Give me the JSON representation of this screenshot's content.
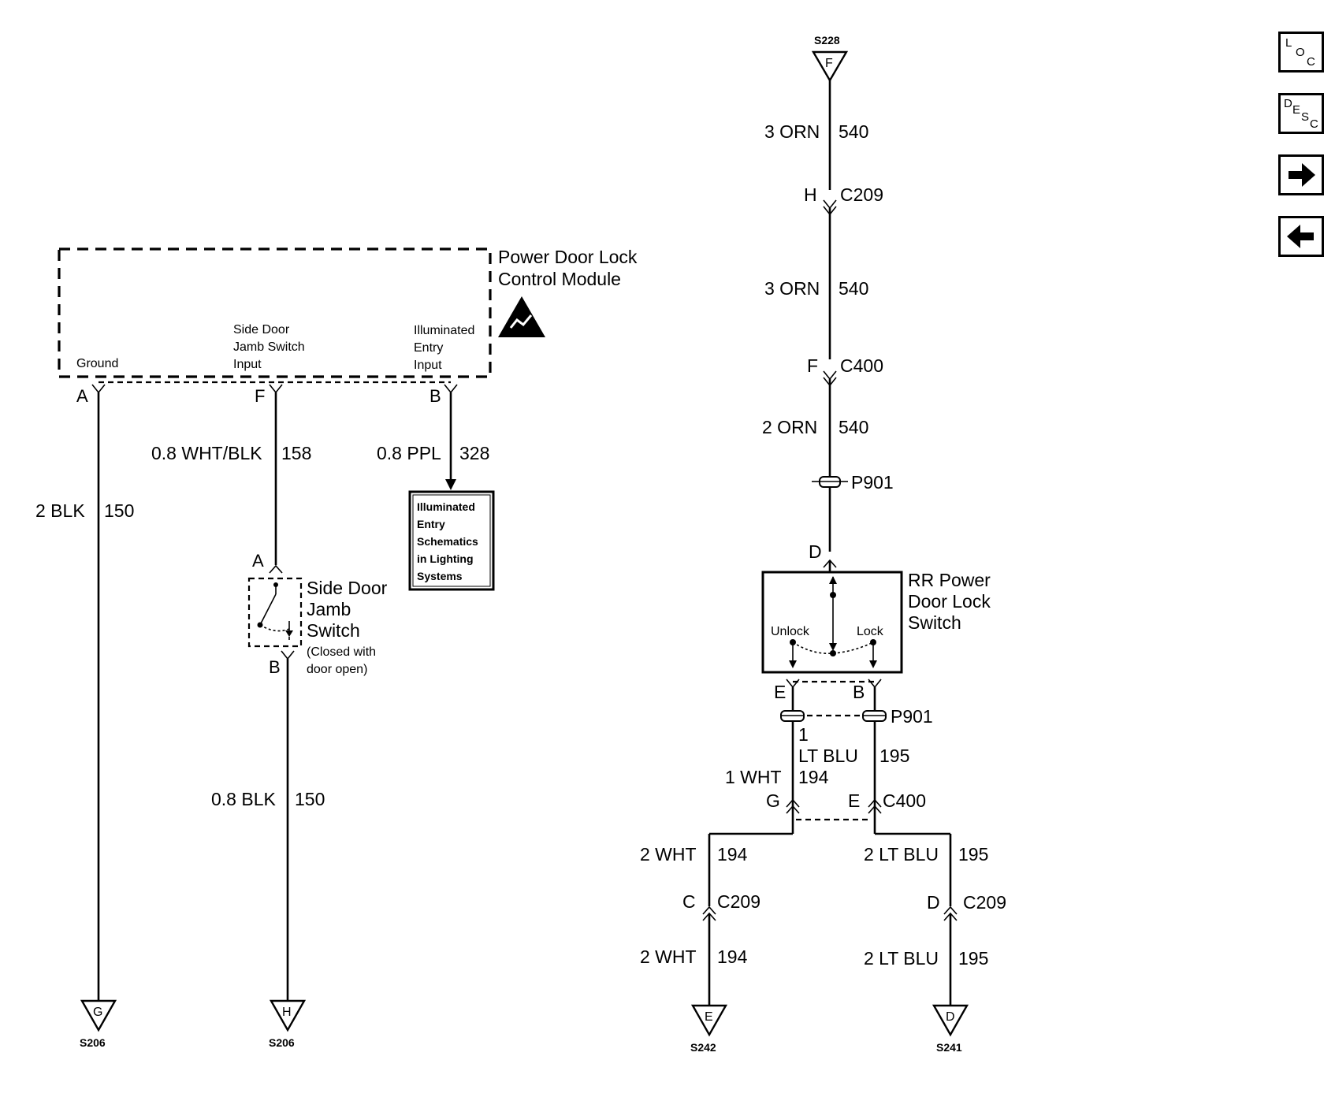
{
  "module": {
    "title_line1": "Power Door Lock",
    "title_line2": "Control Module",
    "pin_ground": "Ground",
    "pin_jamb_line1": "Side Door",
    "pin_jamb_line2": "Jamb Switch",
    "pin_jamb_line3": "Input",
    "pin_illum_line1": "Illuminated",
    "pin_illum_line2": "Entry",
    "pin_illum_line3": "Input",
    "term_a": "A",
    "term_f": "F",
    "term_b": "B"
  },
  "left_wires": {
    "ground_wire": "2 BLK",
    "ground_circuit": "150",
    "jamb_wire": "0.8 WHT/BLK",
    "jamb_circuit": "158",
    "illum_wire": "0.8 PPL",
    "illum_circuit": "328",
    "jamb_ground_wire": "0.8 BLK",
    "jamb_ground_circuit": "150"
  },
  "illum_ref": {
    "line1": "Illuminated",
    "line2": "Entry",
    "line3": "Schematics",
    "line4": "in Lighting",
    "line5": "Systems"
  },
  "jamb_switch": {
    "term_a": "A",
    "term_b": "B",
    "name_line1": "Side Door",
    "name_line2": "Jamb",
    "name_line3": "Switch",
    "note_line1": "(Closed with",
    "note_line2": "door open)"
  },
  "grounds": {
    "g_letter": "G",
    "g_splice": "S206",
    "h_letter": "H",
    "h_splice": "S206"
  },
  "rr_top": {
    "splice": "S228",
    "splice_letter": "F",
    "wire1": "3 ORN",
    "circuit1": "540",
    "c209_pin": "H",
    "c209": "C209",
    "wire2": "3 ORN",
    "circuit2": "540",
    "c400_pin": "F",
    "c400": "C400",
    "wire3": "2 ORN",
    "circuit3": "540",
    "p901": "P901",
    "term_d": "D"
  },
  "rr_switch": {
    "name_line1": "RR Power",
    "name_line2": "Door Lock",
    "name_line3": "Switch",
    "unlock": "Unlock",
    "lock": "Lock",
    "term_e": "E",
    "term_b": "B"
  },
  "rr_bottom": {
    "p901": "P901",
    "lt_blu_gauge": "1",
    "lt_blu": "LT BLU",
    "circuit_195": "195",
    "wht_1": "1 WHT",
    "circuit_194": "194",
    "pin_g": "G",
    "pin_e": "E",
    "c400": "C400",
    "wht_2a": "2 WHT",
    "c194a": "194",
    "ltblu_2a": "2 LT BLU",
    "c195a": "195",
    "pin_c": "C",
    "c209_left": "C209",
    "pin_d": "D",
    "c209_right": "C209",
    "wht_2b": "2 WHT",
    "c194b": "194",
    "ltblu_2b": "2 LT BLU",
    "c195b": "195",
    "e_letter": "E",
    "e_splice": "S242",
    "d_letter": "D",
    "d_splice": "S241"
  },
  "nav": {
    "loc": [
      "L",
      "O",
      "C"
    ],
    "desc": [
      "D",
      "E",
      "S",
      "C"
    ],
    "next_icon": "right-arrow-icon",
    "prev_icon": "left-arrow-icon"
  }
}
